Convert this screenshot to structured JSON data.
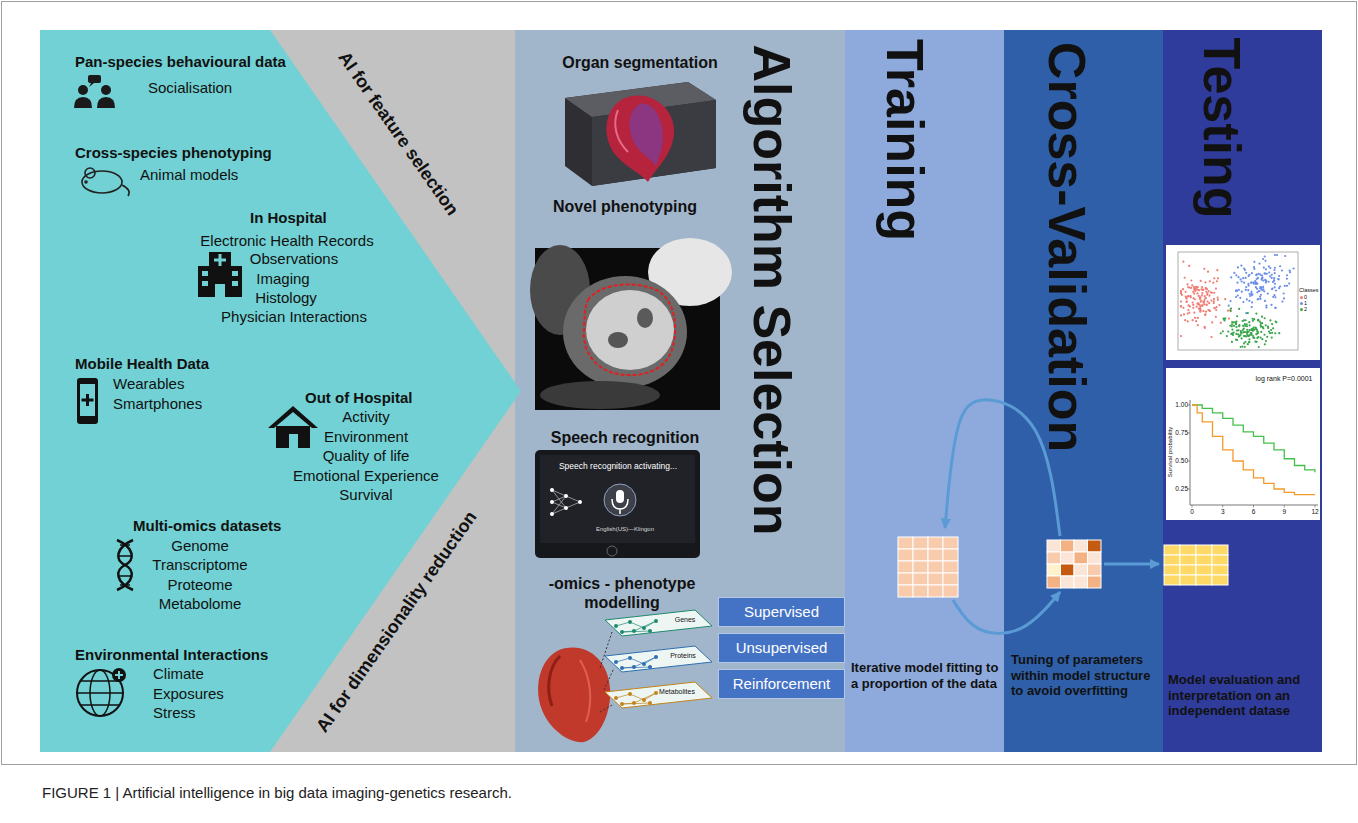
{
  "diagram": {
    "caption": "FIGURE 1 | Artificial intelligence in big data imaging-genetics research.",
    "nodes": [
      {
        "text": [
          "AI for feature selection",
          "AI for dimensionality reduction"
        ]
      },
      {
        "text": [
          "Pan-species behavioural data",
          "Socialisation"
        ],
        "in": 0
      },
      {
        "text": [
          "Cross-species phenotyping",
          "Animal models"
        ],
        "in": 0
      },
      {
        "text": [
          "In Hospital",
          "Electronic Health Records",
          "Observations",
          "Imaging",
          "Histology",
          "Physician Interactions"
        ],
        "in": 0
      },
      {
        "text": [
          "Mobile Health Data",
          "Wearables",
          "Smartphones"
        ],
        "in": 0
      },
      {
        "text": [
          "Out of Hospital",
          "Activity",
          "Environment",
          "Quality of life",
          "Emotional Experience",
          "Survival"
        ],
        "in": 0
      },
      {
        "text": [
          "Multi-omics datasets",
          "Genome",
          "Transcriptome",
          "Proteome",
          "Metabolome"
        ],
        "in": 0
      },
      {
        "text": [
          "Environmental Interactions",
          "Climate",
          "Exposures",
          "Stress"
        ],
        "in": 0
      },
      {
        "text": [
          "Algorithm Selection",
          "Organ segmentation",
          "Novel phenotyping",
          "Speech recognition",
          "-omics - phenotype modelling"
        ]
      },
      {
        "text": [
          "Supervised"
        ],
        "in": 8
      },
      {
        "text": [
          "Unsupervised"
        ],
        "in": 8
      },
      {
        "text": [
          "Reinforcement"
        ],
        "in": 8
      },
      {
        "text": [
          "Training",
          "Iterative model fitting to a proportion of the data"
        ]
      },
      {
        "text": [
          "Cross-Validation",
          "Tuning of parameters within model structure to avoid overfitting"
        ]
      },
      {
        "text": [
          "Testing",
          "Model evaluation and interpretation on an independent datase"
        ]
      }
    ],
    "edges": [
      {
        "from": 13,
        "to": 12,
        "arrow": "to"
      },
      {
        "from": 12,
        "to": 13,
        "arrow": "to"
      },
      {
        "from": 13,
        "to": 14,
        "arrow": "to"
      }
    ],
    "labels": [
      "Speech recognition activating...",
      "English(US)—Klingon",
      "Genes",
      "Proteins",
      "Metabolites",
      "Classes",
      "log rank P=0.0001",
      "1.00",
      "0.75",
      "0.50",
      "0.25",
      "Survival probability",
      "0",
      "3",
      "6",
      "9",
      "12"
    ],
    "legend": [
      {
        "text": "0",
        "color": "#f07c74"
      },
      {
        "text": "1",
        "color": "#6a8fe8"
      },
      {
        "text": "2",
        "color": "#3aa64a"
      }
    ]
  }
}
